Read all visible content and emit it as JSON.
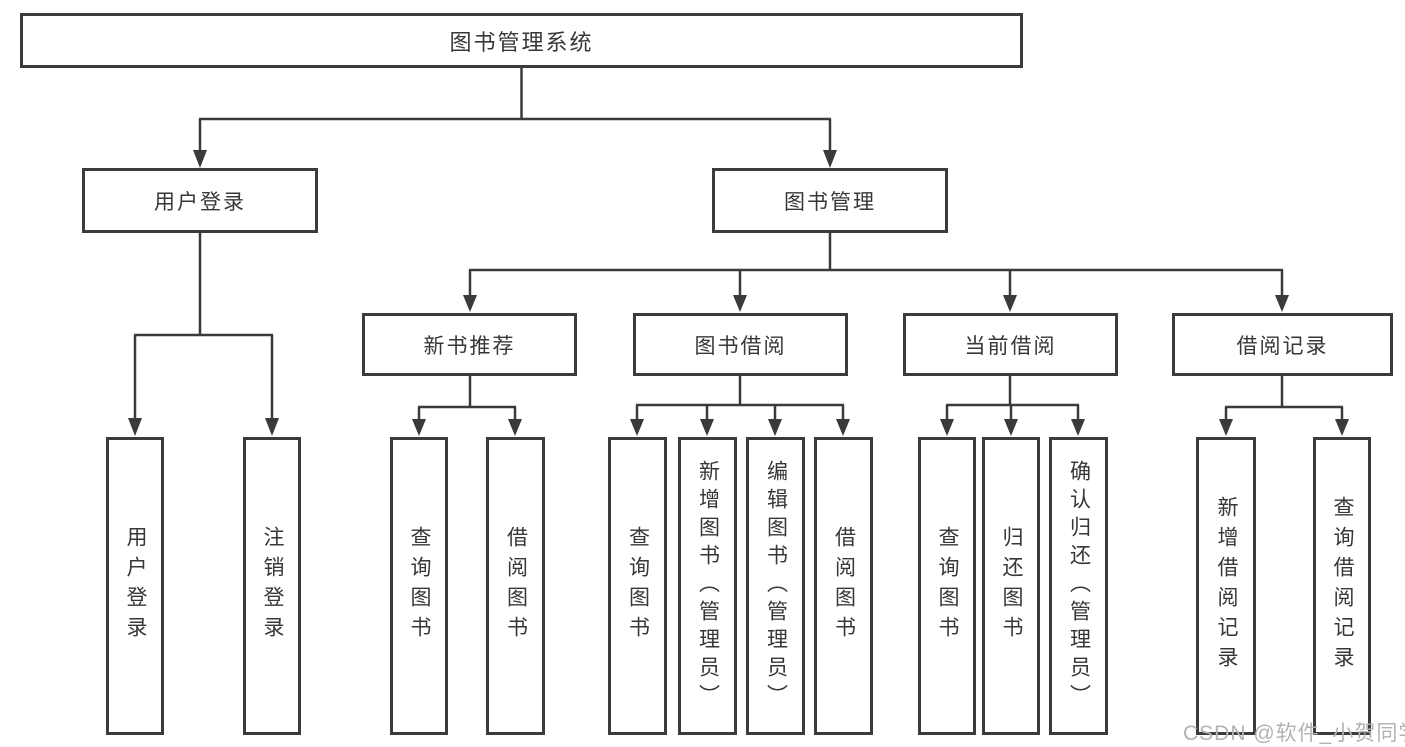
{
  "diagram": {
    "title": "图书管理系统",
    "watermark": "CSDN @软件_小贺同学",
    "colors": {
      "line": "#3a3a3a",
      "border": "#3b3b3b",
      "text": "#373737",
      "box_bg": "#ffffff",
      "watermark": "#b3b3b3"
    },
    "nodes": {
      "root": {
        "label": "图书管理系统"
      },
      "user_login_group": {
        "label": "用户登录"
      },
      "book_mgmt": {
        "label": "图书管理"
      },
      "new_book_rec": {
        "label": "新书推荐"
      },
      "book_borrow": {
        "label": "图书借阅"
      },
      "current_borrow": {
        "label": "当前借阅"
      },
      "borrow_records": {
        "label": "借阅记录"
      },
      "leaf_user_login": {
        "label": "用户登录"
      },
      "leaf_logout": {
        "label": "注销登录"
      },
      "leaf_nbr_query": {
        "label": "查询图书"
      },
      "leaf_nbr_borrow": {
        "label": "借阅图书"
      },
      "leaf_bb_query": {
        "label": "查询图书"
      },
      "leaf_bb_add": {
        "label": "新增图书（管理员）"
      },
      "leaf_bb_edit": {
        "label": "编辑图书（管理员）"
      },
      "leaf_bb_borrow": {
        "label": "借阅图书"
      },
      "leaf_cb_query": {
        "label": "查询图书"
      },
      "leaf_cb_return": {
        "label": "归还图书"
      },
      "leaf_cb_confirm": {
        "label": "确认归还（管理员）"
      },
      "leaf_br_add": {
        "label": "新增借阅记录"
      },
      "leaf_br_query": {
        "label": "查询借阅记录"
      }
    },
    "edges": [
      "图书管理系统→用户登录",
      "图书管理系统→图书管理",
      "用户登录→用户登录",
      "用户登录→注销登录",
      "图书管理→新书推荐",
      "图书管理→图书借阅",
      "图书管理→当前借阅",
      "图书管理→借阅记录",
      "新书推荐→查询图书",
      "新书推荐→借阅图书",
      "图书借阅→查询图书",
      "图书借阅→新增图书（管理员）",
      "图书借阅→编辑图书（管理员）",
      "图书借阅→借阅图书",
      "当前借阅→查询图书",
      "当前借阅→归还图书",
      "当前借阅→确认归还（管理员）",
      "借阅记录→新增借阅记录",
      "借阅记录→查询借阅记录"
    ]
  }
}
